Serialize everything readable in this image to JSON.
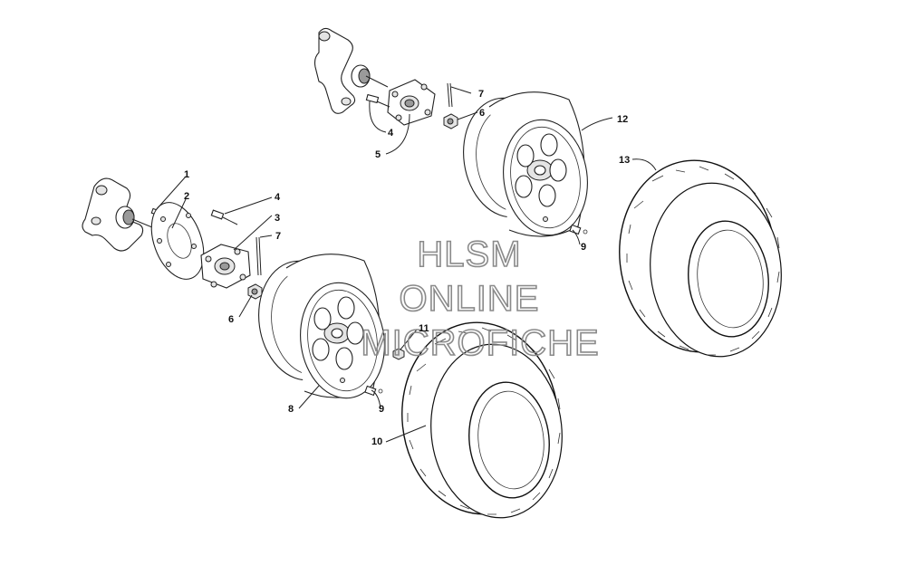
{
  "diagram": {
    "callouts": [
      {
        "id": "c1",
        "label": "1"
      },
      {
        "id": "c2",
        "label": "2"
      },
      {
        "id": "c3",
        "label": "3"
      },
      {
        "id": "c4a",
        "label": "4"
      },
      {
        "id": "c4b",
        "label": "4"
      },
      {
        "id": "c5",
        "label": "5"
      },
      {
        "id": "c6a",
        "label": "6"
      },
      {
        "id": "c6b",
        "label": "6"
      },
      {
        "id": "c7a",
        "label": "7"
      },
      {
        "id": "c7b",
        "label": "7"
      },
      {
        "id": "c8",
        "label": "8"
      },
      {
        "id": "c9a",
        "label": "9"
      },
      {
        "id": "c9b",
        "label": "9"
      },
      {
        "id": "c10",
        "label": "10"
      },
      {
        "id": "c11",
        "label": "11"
      },
      {
        "id": "c12",
        "label": "12"
      },
      {
        "id": "c13",
        "label": "13"
      }
    ]
  },
  "watermark": {
    "line1": "HLSM",
    "line2": "ONLINE",
    "line3": "MICROFICHE",
    "color": "#8a8a8a"
  }
}
